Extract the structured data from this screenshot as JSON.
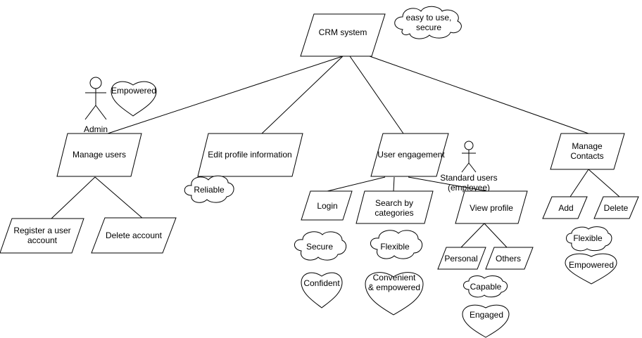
{
  "diagram": {
    "root": {
      "label": [
        "CRM system"
      ]
    },
    "root_note": {
      "label": [
        "easy to use,",
        "secure"
      ]
    },
    "actors": {
      "admin": {
        "label": "Admin"
      },
      "standard": {
        "label": [
          "Standard users",
          "(employee)"
        ]
      }
    },
    "hearts": {
      "empowered_admin": {
        "label": [
          "Empowered"
        ]
      },
      "confident": {
        "label": [
          "Confident"
        ]
      },
      "convenient": {
        "label": [
          "Convenient",
          "& empowered"
        ]
      },
      "engaged": {
        "label": [
          "Engaged"
        ]
      },
      "empowered_contacts": {
        "label": [
          "Empowered"
        ]
      }
    },
    "clouds": {
      "reliable": {
        "label": [
          "Reliable"
        ]
      },
      "secure": {
        "label": [
          "Secure"
        ]
      },
      "flexible_search": {
        "label": [
          "Flexible"
        ]
      },
      "capable": {
        "label": [
          "Capable"
        ]
      },
      "flexible_contacts": {
        "label": [
          "Flexible"
        ]
      }
    },
    "nodes": {
      "manage_users": {
        "label": [
          "Manage users"
        ]
      },
      "edit_profile": {
        "label": [
          "Edit profile information"
        ]
      },
      "user_engagement": {
        "label": [
          "User engagement"
        ]
      },
      "manage_contacts": {
        "label": [
          "Manage",
          "Contacts"
        ]
      },
      "register": {
        "label": [
          "Register a user",
          "account"
        ]
      },
      "delete_account": {
        "label": [
          "Delete account"
        ]
      },
      "login": {
        "label": [
          "Login"
        ]
      },
      "search": {
        "label": [
          "Search by",
          "categories"
        ]
      },
      "view_profile": {
        "label": [
          "View profile"
        ]
      },
      "personal": {
        "label": [
          "Personal"
        ]
      },
      "others": {
        "label": [
          "Others"
        ]
      },
      "add": {
        "label": [
          "Add"
        ]
      },
      "delete": {
        "label": [
          "Delete"
        ]
      }
    }
  }
}
